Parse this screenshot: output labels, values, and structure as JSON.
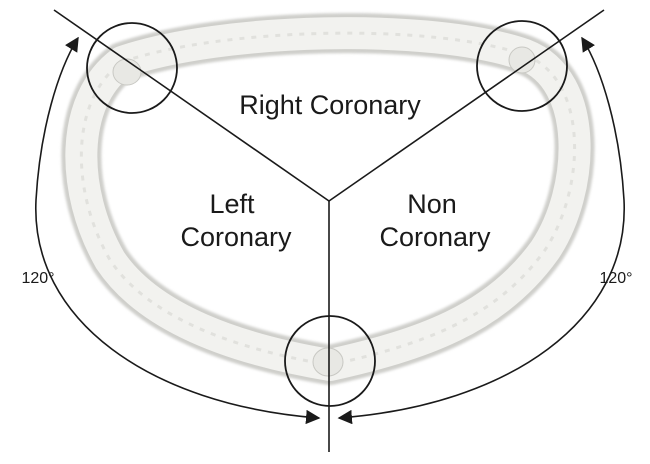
{
  "sections": {
    "top_label": "Right Coronary",
    "left_label_line1": "Left",
    "left_label_line2": "Coronary",
    "right_label_line1": "Non",
    "right_label_line2": "Coronary"
  },
  "angles": {
    "left_arc": "120°",
    "right_arc": "120°"
  },
  "colors": {
    "ink": "#1a1a1a",
    "ring_light": "#f4f4f2",
    "ring_shadow": "#d4d4d0"
  }
}
